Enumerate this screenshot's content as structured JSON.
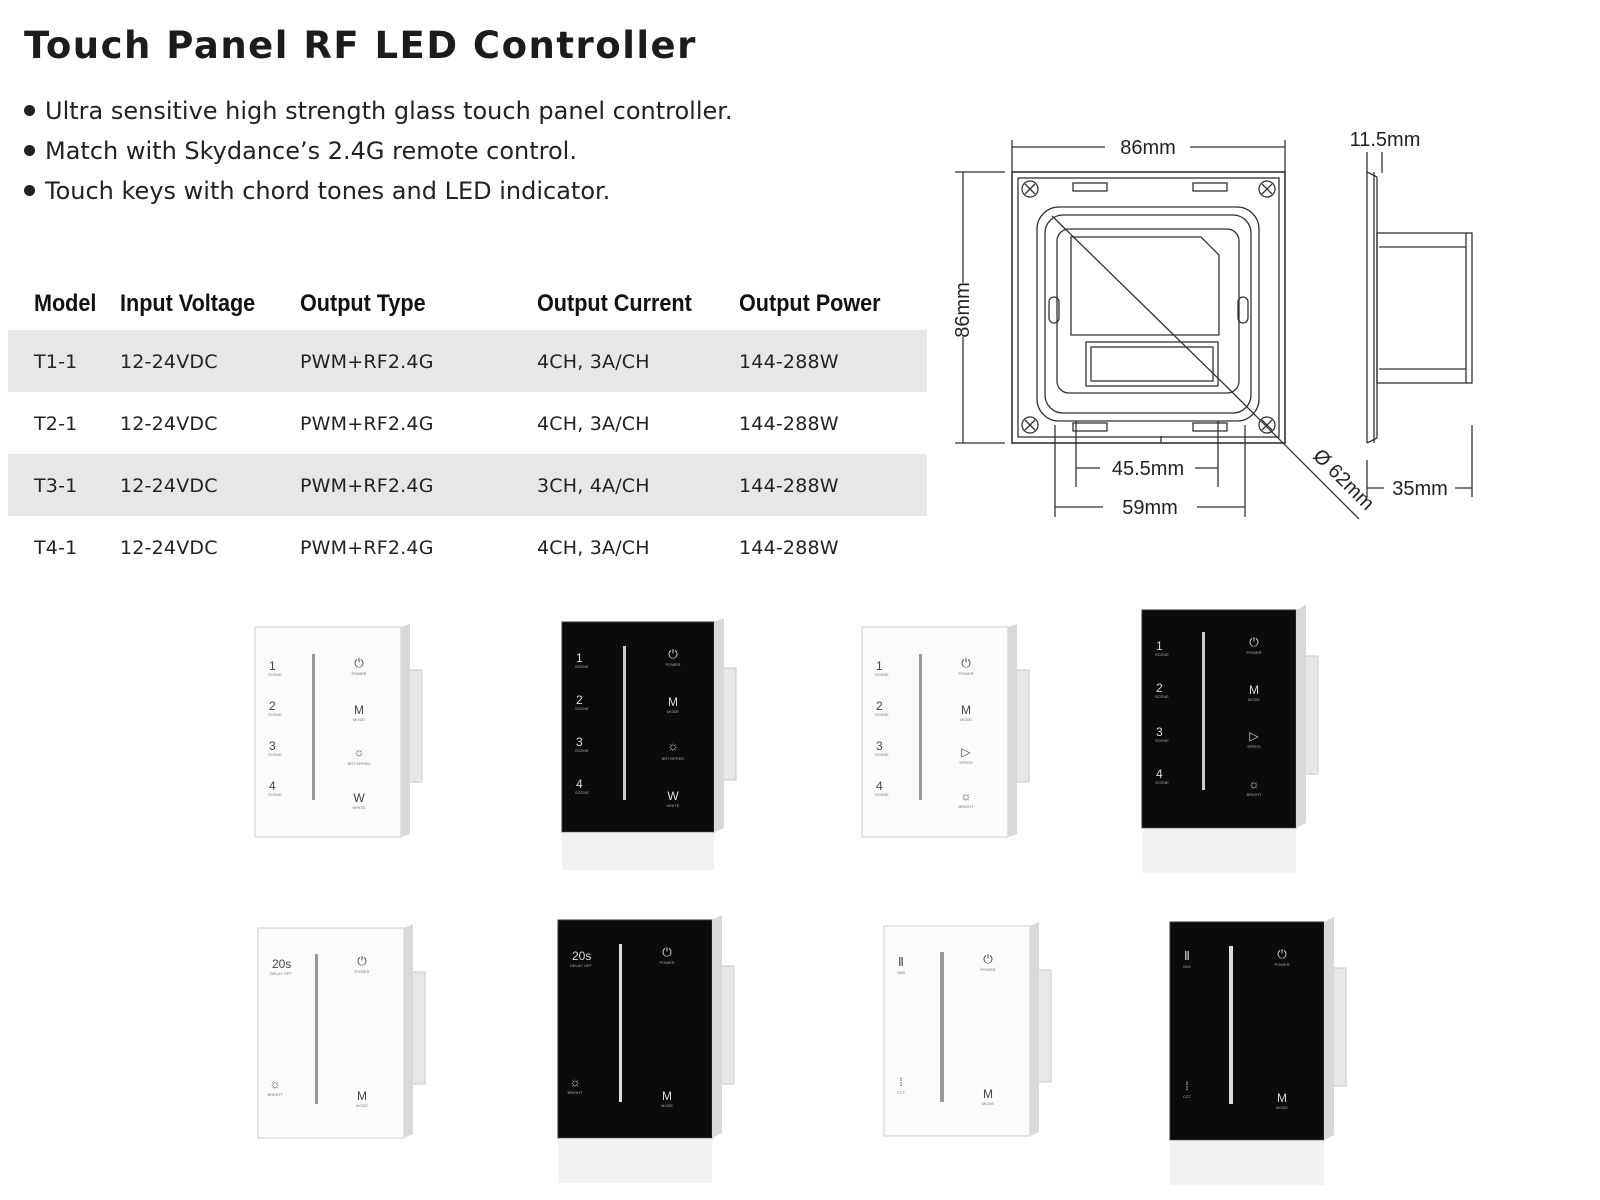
{
  "title": "Touch Panel RF LED Controller",
  "features": [
    "Ultra sensitive high strength glass touch panel controller.",
    "Match with Skydance’s 2.4G remote control.",
    "Touch keys with chord tones and LED indicator."
  ],
  "spec_table": {
    "headers": [
      "Model",
      "Input Voltage",
      "Output Type",
      "Output Current",
      "Output Power"
    ],
    "rows": [
      [
        "T1-1",
        "12-24VDC",
        "PWM+RF2.4G",
        "4CH, 3A/CH",
        "144-288W"
      ],
      [
        "T2-1",
        "12-24VDC",
        "PWM+RF2.4G",
        "4CH, 3A/CH",
        "144-288W"
      ],
      [
        "T3-1",
        "12-24VDC",
        "PWM+RF2.4G",
        "3CH, 4A/CH",
        "144-288W"
      ],
      [
        "T4-1",
        "12-24VDC",
        "PWM+RF2.4G",
        "4CH, 3A/CH",
        "144-288W"
      ]
    ]
  },
  "dimensions": {
    "width": "86mm",
    "height": "86mm",
    "depth_front": "11.5mm",
    "depth_total": "35mm",
    "inner_width": "45.5mm",
    "mount_width": "59mm",
    "diameter": "Ø 62mm"
  },
  "panels": {
    "rgbw": {
      "scenes": [
        "1",
        "2",
        "3",
        "4"
      ],
      "scene_caption": "SCENE",
      "keys": [
        {
          "glyph": "⏻",
          "caption": "POWER"
        },
        {
          "glyph": "M",
          "caption": "MODE"
        },
        {
          "glyph": "☼",
          "caption": "BRT/SPEED"
        },
        {
          "glyph": "W",
          "caption": "WHITE"
        }
      ]
    },
    "rgb": {
      "scenes": [
        "1",
        "2",
        "3",
        "4"
      ],
      "scene_caption": "SCENE",
      "keys": [
        {
          "glyph": "⏻",
          "caption": "POWER"
        },
        {
          "glyph": "M",
          "caption": "MODE"
        },
        {
          "glyph": "▷",
          "caption": "SPEED"
        },
        {
          "glyph": "☼",
          "caption": "BRIGHT"
        }
      ]
    },
    "dim": {
      "timer": "20s",
      "timer_caption": "DELAY OFF",
      "keys": [
        {
          "glyph": "⏻",
          "caption": "POWER"
        },
        {
          "glyph": "☼",
          "caption": "BRIGHT"
        },
        {
          "glyph": "M",
          "caption": "MODE"
        }
      ]
    },
    "cct": {
      "keys": [
        {
          "glyph": "Ⅱ",
          "caption": "DIM"
        },
        {
          "glyph": "⏻",
          "caption": "POWER"
        },
        {
          "glyph": "⁞",
          "caption": "CCT"
        },
        {
          "glyph": "M",
          "caption": "MODE"
        }
      ]
    }
  },
  "colors": {
    "panel_white": "#fbfbfb",
    "panel_black": "#0b0b0b",
    "row_shade": "#e7e7e7"
  }
}
